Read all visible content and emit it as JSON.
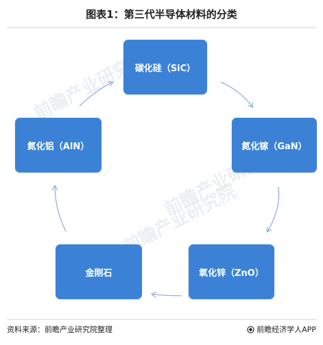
{
  "title": "图表1：第三代半导体材料的分类",
  "nodes": [
    {
      "id": "sic",
      "label": "碳化硅（SiC）"
    },
    {
      "id": "gan",
      "label": "氮化镓（GaN）"
    },
    {
      "id": "zno",
      "label": "氧化锌（ZnO）"
    },
    {
      "id": "diamond",
      "label": "金刚石"
    },
    {
      "id": "aln",
      "label": "氮化铝（AlN）"
    }
  ],
  "footer": {
    "source": "资料来源：前瞻产业研究院整理",
    "brand": "前瞻经济学人APP",
    "brand_icon": "qianzhan-logo-icon"
  },
  "watermark": {
    "text": "前瞻产业研究院"
  },
  "colors": {
    "node_fill": "#3b82d6",
    "arrow": "#8fb3dc",
    "title": "#222222"
  }
}
